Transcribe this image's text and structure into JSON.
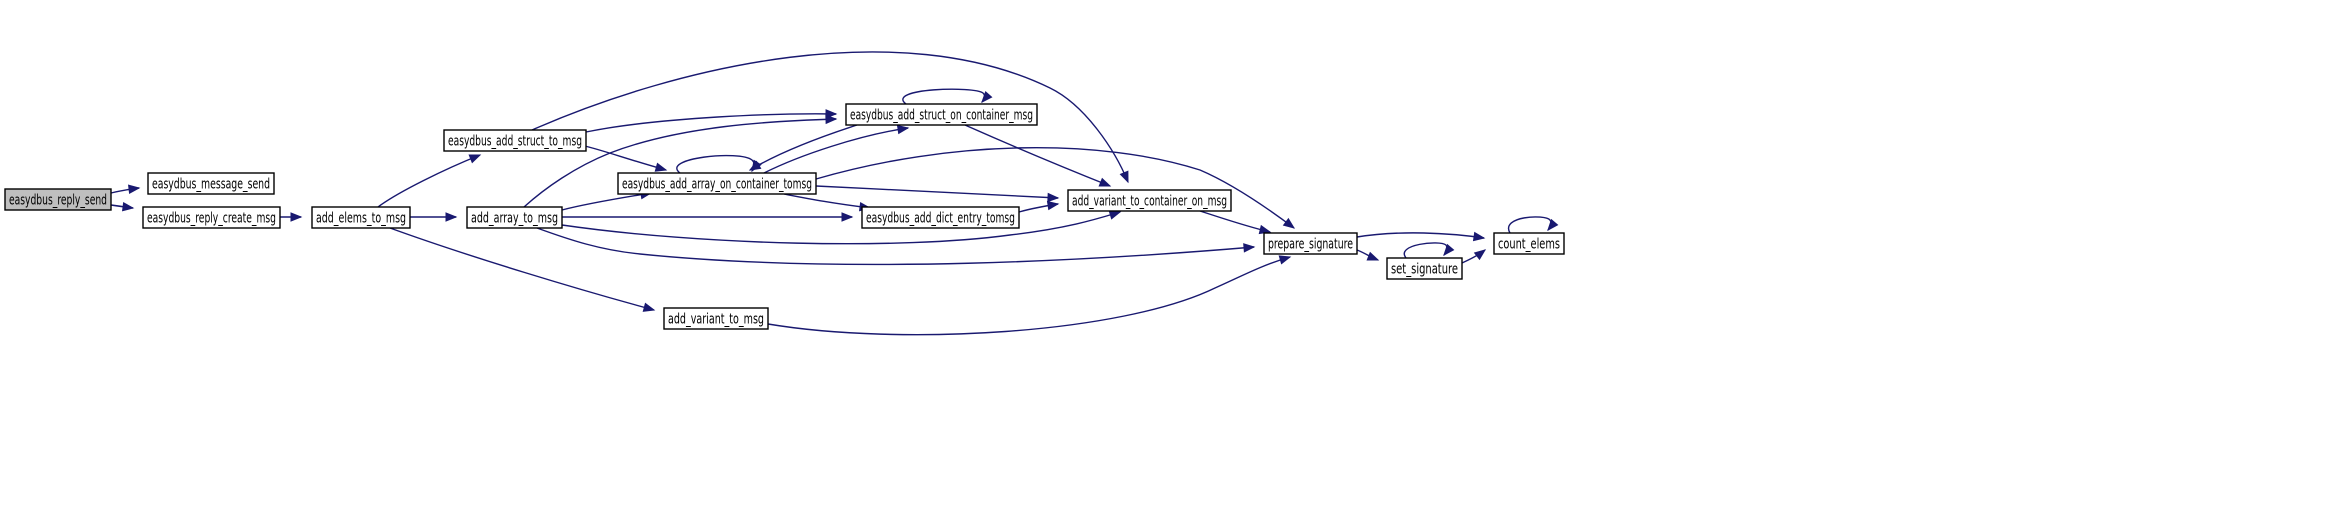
{
  "graph": {
    "edge_color": "#191970",
    "root_fill": "#bfbfbf",
    "node_fill": "#ffffff",
    "nodes": [
      {
        "id": "reply_send",
        "label": "easydbus_reply_send",
        "root": true
      },
      {
        "id": "message_send",
        "label": "easydbus_message_send"
      },
      {
        "id": "reply_create_msg",
        "label": "easydbus_reply_create_msg"
      },
      {
        "id": "add_elems_to_msg",
        "label": "add_elems_to_msg"
      },
      {
        "id": "add_struct_to_msg",
        "label": "easydbus_add_struct_to_msg"
      },
      {
        "id": "add_array_to_msg",
        "label": "add_array_to_msg"
      },
      {
        "id": "add_variant_to_msg",
        "label": "add_variant_to_msg"
      },
      {
        "id": "add_array_on_container_tomsg",
        "label": "easydbus_add_array_on_container_tomsg"
      },
      {
        "id": "add_struct_on_container_msg",
        "label": "easydbus_add_struct_on_container_msg"
      },
      {
        "id": "add_dict_entry_tomsg",
        "label": "easydbus_add_dict_entry_tomsg"
      },
      {
        "id": "add_variant_to_container_on_msg",
        "label": "add_variant_to_container_on_msg"
      },
      {
        "id": "prepare_signature",
        "label": "prepare_signature"
      },
      {
        "id": "set_signature",
        "label": "set_signature"
      },
      {
        "id": "count_elems",
        "label": "count_elems"
      }
    ],
    "edges": [
      {
        "from": "reply_send",
        "to": "message_send"
      },
      {
        "from": "reply_send",
        "to": "reply_create_msg"
      },
      {
        "from": "reply_create_msg",
        "to": "add_elems_to_msg"
      },
      {
        "from": "add_elems_to_msg",
        "to": "add_struct_to_msg"
      },
      {
        "from": "add_elems_to_msg",
        "to": "add_array_to_msg"
      },
      {
        "from": "add_elems_to_msg",
        "to": "add_variant_to_msg"
      },
      {
        "from": "add_struct_to_msg",
        "to": "add_array_on_container_tomsg"
      },
      {
        "from": "add_struct_to_msg",
        "to": "add_struct_on_container_msg"
      },
      {
        "from": "add_struct_to_msg",
        "to": "add_variant_to_container_on_msg"
      },
      {
        "from": "add_array_to_msg",
        "to": "add_array_on_container_tomsg"
      },
      {
        "from": "add_array_to_msg",
        "to": "add_struct_on_container_msg"
      },
      {
        "from": "add_array_to_msg",
        "to": "add_dict_entry_tomsg"
      },
      {
        "from": "add_array_to_msg",
        "to": "add_variant_to_container_on_msg"
      },
      {
        "from": "add_array_to_msg",
        "to": "prepare_signature"
      },
      {
        "from": "add_array_on_container_tomsg",
        "to": "add_array_on_container_tomsg"
      },
      {
        "from": "add_array_on_container_tomsg",
        "to": "add_struct_on_container_msg"
      },
      {
        "from": "add_array_on_container_tomsg",
        "to": "add_dict_entry_tomsg"
      },
      {
        "from": "add_array_on_container_tomsg",
        "to": "add_variant_to_container_on_msg"
      },
      {
        "from": "add_array_on_container_tomsg",
        "to": "prepare_signature"
      },
      {
        "from": "add_struct_on_container_msg",
        "to": "add_struct_on_container_msg"
      },
      {
        "from": "add_struct_on_container_msg",
        "to": "add_array_on_container_tomsg"
      },
      {
        "from": "add_struct_on_container_msg",
        "to": "add_variant_to_container_on_msg"
      },
      {
        "from": "add_dict_entry_tomsg",
        "to": "add_variant_to_container_on_msg"
      },
      {
        "from": "add_variant_to_container_on_msg",
        "to": "prepare_signature"
      },
      {
        "from": "add_variant_to_msg",
        "to": "prepare_signature"
      },
      {
        "from": "prepare_signature",
        "to": "count_elems"
      },
      {
        "from": "prepare_signature",
        "to": "set_signature"
      },
      {
        "from": "set_signature",
        "to": "set_signature"
      },
      {
        "from": "set_signature",
        "to": "count_elems"
      },
      {
        "from": "count_elems",
        "to": "count_elems"
      }
    ]
  }
}
